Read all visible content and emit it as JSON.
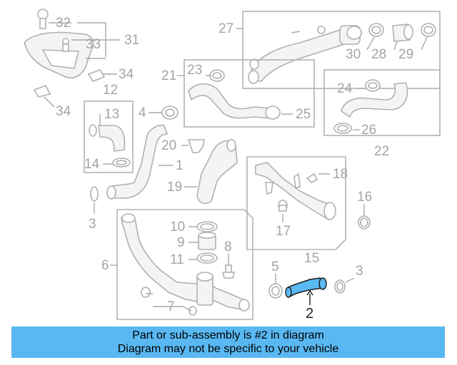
{
  "colors": {
    "highlight_part": "#5ab9f3",
    "banner_bg": "#59b8f2",
    "line_gray": "#a8a8a8",
    "label_gray": "#a4a4a4"
  },
  "callouts": {
    "c1": "1",
    "c2": "2",
    "c3a": "3",
    "c3b": "3",
    "c4": "4",
    "c5": "5",
    "c6": "6",
    "c7": "7",
    "c8": "8",
    "c9": "9",
    "c10": "10",
    "c11": "11",
    "c12": "12",
    "c13": "13",
    "c14": "14",
    "c15": "15",
    "c16": "16",
    "c17": "17",
    "c18": "18",
    "c19": "19",
    "c20": "20",
    "c21": "21",
    "c22": "22",
    "c23": "23",
    "c24": "24",
    "c25": "25",
    "c26": "26",
    "c27": "27",
    "c28": "28",
    "c29": "29",
    "c30": "30",
    "c31": "31",
    "c32": "32",
    "c33": "33",
    "c34a": "34",
    "c34b": "34"
  },
  "highlighted_part": "2",
  "banner": {
    "line1": "Part or sub-assembly is #2 in diagram",
    "line2": "Diagram may not be specific to your vehicle"
  }
}
